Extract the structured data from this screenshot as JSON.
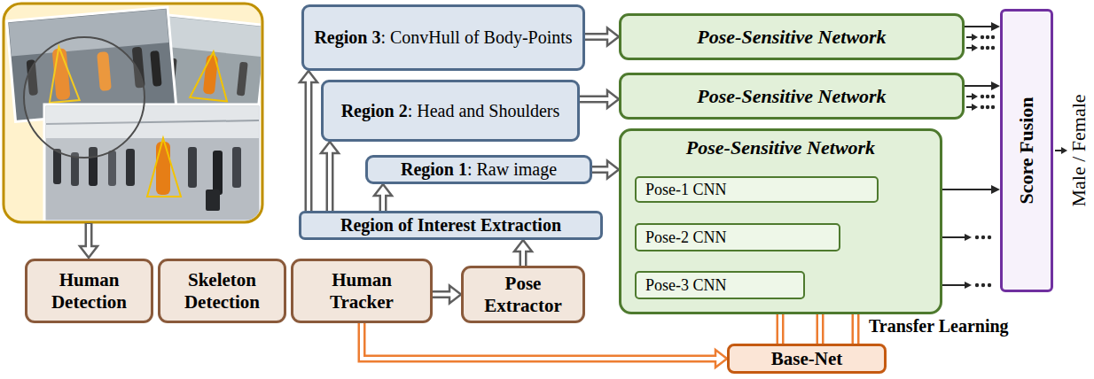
{
  "diagram": {
    "nodes": [
      {
        "text": [
          "Region 3",
          ": ConvHull of Body-Points"
        ]
      },
      {
        "text": [
          "Region 2",
          ": Head and Shoulders"
        ]
      },
      {
        "text": [
          "Region 1",
          ": Raw image"
        ]
      },
      {
        "text": [
          "Region of Interest Extraction"
        ]
      },
      {
        "text": [
          "Pose-Sensitive Network"
        ]
      },
      {
        "text": [
          "Pose-Sensitive Network"
        ]
      },
      {
        "text": [
          "Pose-Sensitive Network"
        ]
      },
      {
        "text": [
          "Pose-1 CNN"
        ],
        "in": 6
      },
      {
        "text": [
          "Pose-2 CNN"
        ],
        "in": 6
      },
      {
        "text": [
          "Pose-3 CNN"
        ],
        "in": 6
      },
      {
        "text": [
          "Score Fusion"
        ]
      },
      {
        "text": [
          "Human Detection"
        ]
      },
      {
        "text": [
          "Skeleton Detection"
        ]
      },
      {
        "text": [
          "Human Tracker"
        ]
      },
      {
        "text": [
          "Pose Extractor"
        ]
      },
      {
        "text": [
          "Base-Net"
        ]
      }
    ],
    "edges": [
      {
        "from": 13,
        "to": 14,
        "arrow": "to"
      },
      {
        "from": 14,
        "to": 3,
        "arrow": "to"
      },
      {
        "from": 3,
        "to": 2,
        "arrow": "to"
      },
      {
        "from": 3,
        "to": 1,
        "arrow": "to"
      },
      {
        "from": 3,
        "to": 0,
        "arrow": "to"
      },
      {
        "from": 0,
        "to": 4,
        "arrow": "to"
      },
      {
        "from": 1,
        "to": 5,
        "arrow": "to"
      },
      {
        "from": 2,
        "to": 6,
        "arrow": "to"
      },
      {
        "from": 4,
        "to": 10,
        "arrow": "to"
      },
      {
        "from": 5,
        "to": 10,
        "arrow": "to"
      },
      {
        "from": 7,
        "to": 10,
        "arrow": "to"
      },
      {
        "from": 13,
        "to": 15,
        "arrow": "to"
      },
      {
        "from": 15,
        "to": 9,
        "arrow": "to"
      },
      {
        "from": 15,
        "to": 8,
        "arrow": "to"
      },
      {
        "from": 15,
        "to": 7,
        "arrow": "to"
      }
    ],
    "labels": [
      "Male / Female",
      "Transfer Learning"
    ]
  }
}
